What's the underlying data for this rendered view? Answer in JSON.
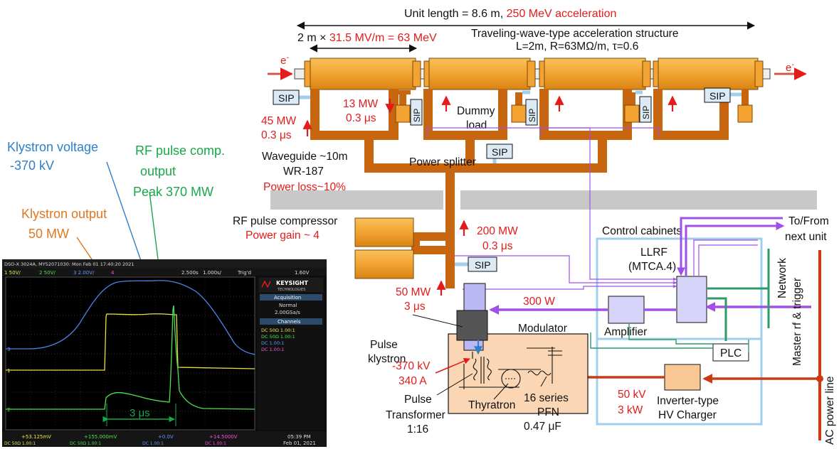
{
  "colors": {
    "red": "#e31b1b",
    "orange_label": "#e0771e",
    "blue_label": "#2f7fc9",
    "green_label": "#18a84a",
    "waveguide": "#c8650f",
    "cavity": "#f2a93a",
    "sip_fill": "#dbeaf5",
    "cabinet_line": "#9fcfec",
    "purple": "#a050e6",
    "green_line": "#2e9a6a",
    "hv_line": "#cc3a14",
    "modulator_fill": "#fbd6b4"
  },
  "header": {
    "unit_length": "Unit length = 8.6 m, ",
    "unit_accel": "250 MeV acceleration",
    "gradient_prefix": "2 m × ",
    "gradient_value": "31.5 MV/m = 63 MeV",
    "structure_title": "Traveling-wave-type acceleration structure",
    "structure_params": "L=2m, R=63MΩ/m, τ=0.6"
  },
  "beam": {
    "in": "e",
    "out": "e",
    "sup": "-"
  },
  "sip": "SIP",
  "labels": {
    "power_45": "45 MW",
    "time_03a": "0.3 μs",
    "power_13": "13 MW",
    "time_03b": "0.3 μs",
    "dummy1": "Dummy",
    "dummy2": "load",
    "waveguide1": "Waveguide ~10m",
    "waveguide2": "WR-187",
    "waveguide3": "Power loss~10%",
    "splitter": "Power splitter",
    "compressor1": "RF pulse compressor",
    "compressor2": "Power gain ~ 4",
    "power_200": "200 MW",
    "time_03c": "0.3 μs",
    "power_50": "50 MW",
    "time_3": "3 μs",
    "power_300": "300 W",
    "control": "Control cabinets",
    "tofrom1": "To/From",
    "tofrom2": "next unit",
    "llrf1": "LLRF",
    "llrf2": "(MTCA.4)",
    "network": "Network",
    "master": "Master rf & trigger",
    "acline": "AC power line",
    "amplifier": "Amplifier",
    "plc": "PLC",
    "modulator": "Modulator",
    "pulse_klystron1": "Pulse",
    "pulse_klystron2": "klystron",
    "kv370": "-370 kV",
    "a340": "340 A",
    "pt1": "Pulse",
    "pt2": "Transformer",
    "pt3": "1:16",
    "thyratron": "Thyratron",
    "pfn1": "16 series",
    "pfn2": "PFN",
    "pfn3": "0.47 μF",
    "kv50": "50 kV",
    "kw3": "3 kW",
    "charger1": "Inverter-type",
    "charger2": "HV Charger"
  },
  "scope_labels": {
    "klystron_voltage1": "Klystron voltage",
    "klystron_voltage2": "-370 kV",
    "rf_comp1": "RF pulse comp.",
    "rf_comp2": "output",
    "rf_comp3": "Peak 370 MW",
    "klystron_out1": "Klystron output",
    "klystron_out2": "50 MW",
    "width": "3 μs"
  },
  "scope": {
    "header": "DSO-X 3024A, MY52071030: Mon Feb 01 17:40:20 2021",
    "ch_scales": [
      "1  50V/",
      "2  50V/",
      "3  2.00V/",
      "4"
    ],
    "time_scale": "2.500s",
    "time_div": "1.000s/",
    "trig": "Trig'd",
    "trig_level": "1.60V",
    "brand": "KEYSIGHT",
    "brand_sub": "TECHNOLOGIES",
    "acq_title": "Acquisition",
    "acq_mode": "Normal",
    "acq_rate": "2.00GSa/s",
    "channels_title": "Channels",
    "channels": [
      "DC  50Ω  1.00:1",
      "DC  50Ω  1.00:1",
      "DC         1.00:1",
      "DC         1.00:1"
    ],
    "bottom": [
      "+53.125mV",
      "+155.000mV",
      "+0.0V",
      "+14.5000V"
    ],
    "bottom_sub": [
      "DC   50Ω  1.00:1",
      "DC   50Ω  1.00:1",
      "DC   1.00:1",
      "DC   1.00:1"
    ],
    "time": "05:39 PM",
    "date": "Feb 01, 2021"
  }
}
